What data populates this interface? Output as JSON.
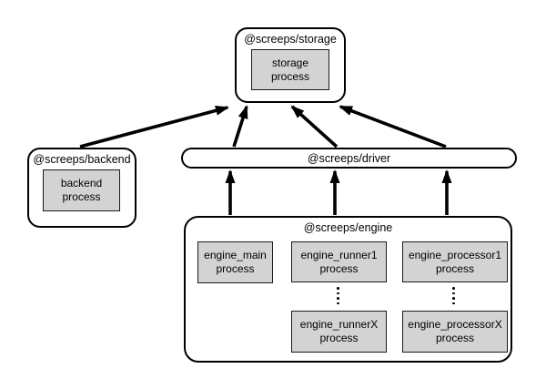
{
  "diagram": {
    "colors": {
      "background": "#ffffff",
      "container_fill": "#ffffff",
      "process_fill": "#d3d3d3",
      "line": "#000000"
    },
    "nodes": {
      "storage": {
        "title": "@screeps/storage",
        "process": "storage\nprocess"
      },
      "backend": {
        "title": "@screeps/backend",
        "process": "backend\nprocess"
      },
      "driver": {
        "title": "@screeps/driver"
      },
      "engine": {
        "title": "@screeps/engine",
        "main": "engine_main\nprocess",
        "runner1": "engine_runner1\nprocess",
        "runnerX": "engine_runnerX\nprocess",
        "processor1": "engine_processor1\nprocess",
        "processorX": "engine_processorX\nprocess"
      }
    },
    "edges": [
      {
        "from": "@screeps/backend",
        "to": "@screeps/storage"
      },
      {
        "from": "@screeps/driver",
        "to": "@screeps/storage"
      },
      {
        "from": "@screeps/driver",
        "to": "@screeps/storage"
      },
      {
        "from": "@screeps/driver",
        "to": "@screeps/storage"
      },
      {
        "from": "@screeps/engine",
        "to": "@screeps/driver"
      },
      {
        "from": "@screeps/engine",
        "to": "@screeps/driver"
      },
      {
        "from": "@screeps/engine",
        "to": "@screeps/driver"
      }
    ]
  }
}
